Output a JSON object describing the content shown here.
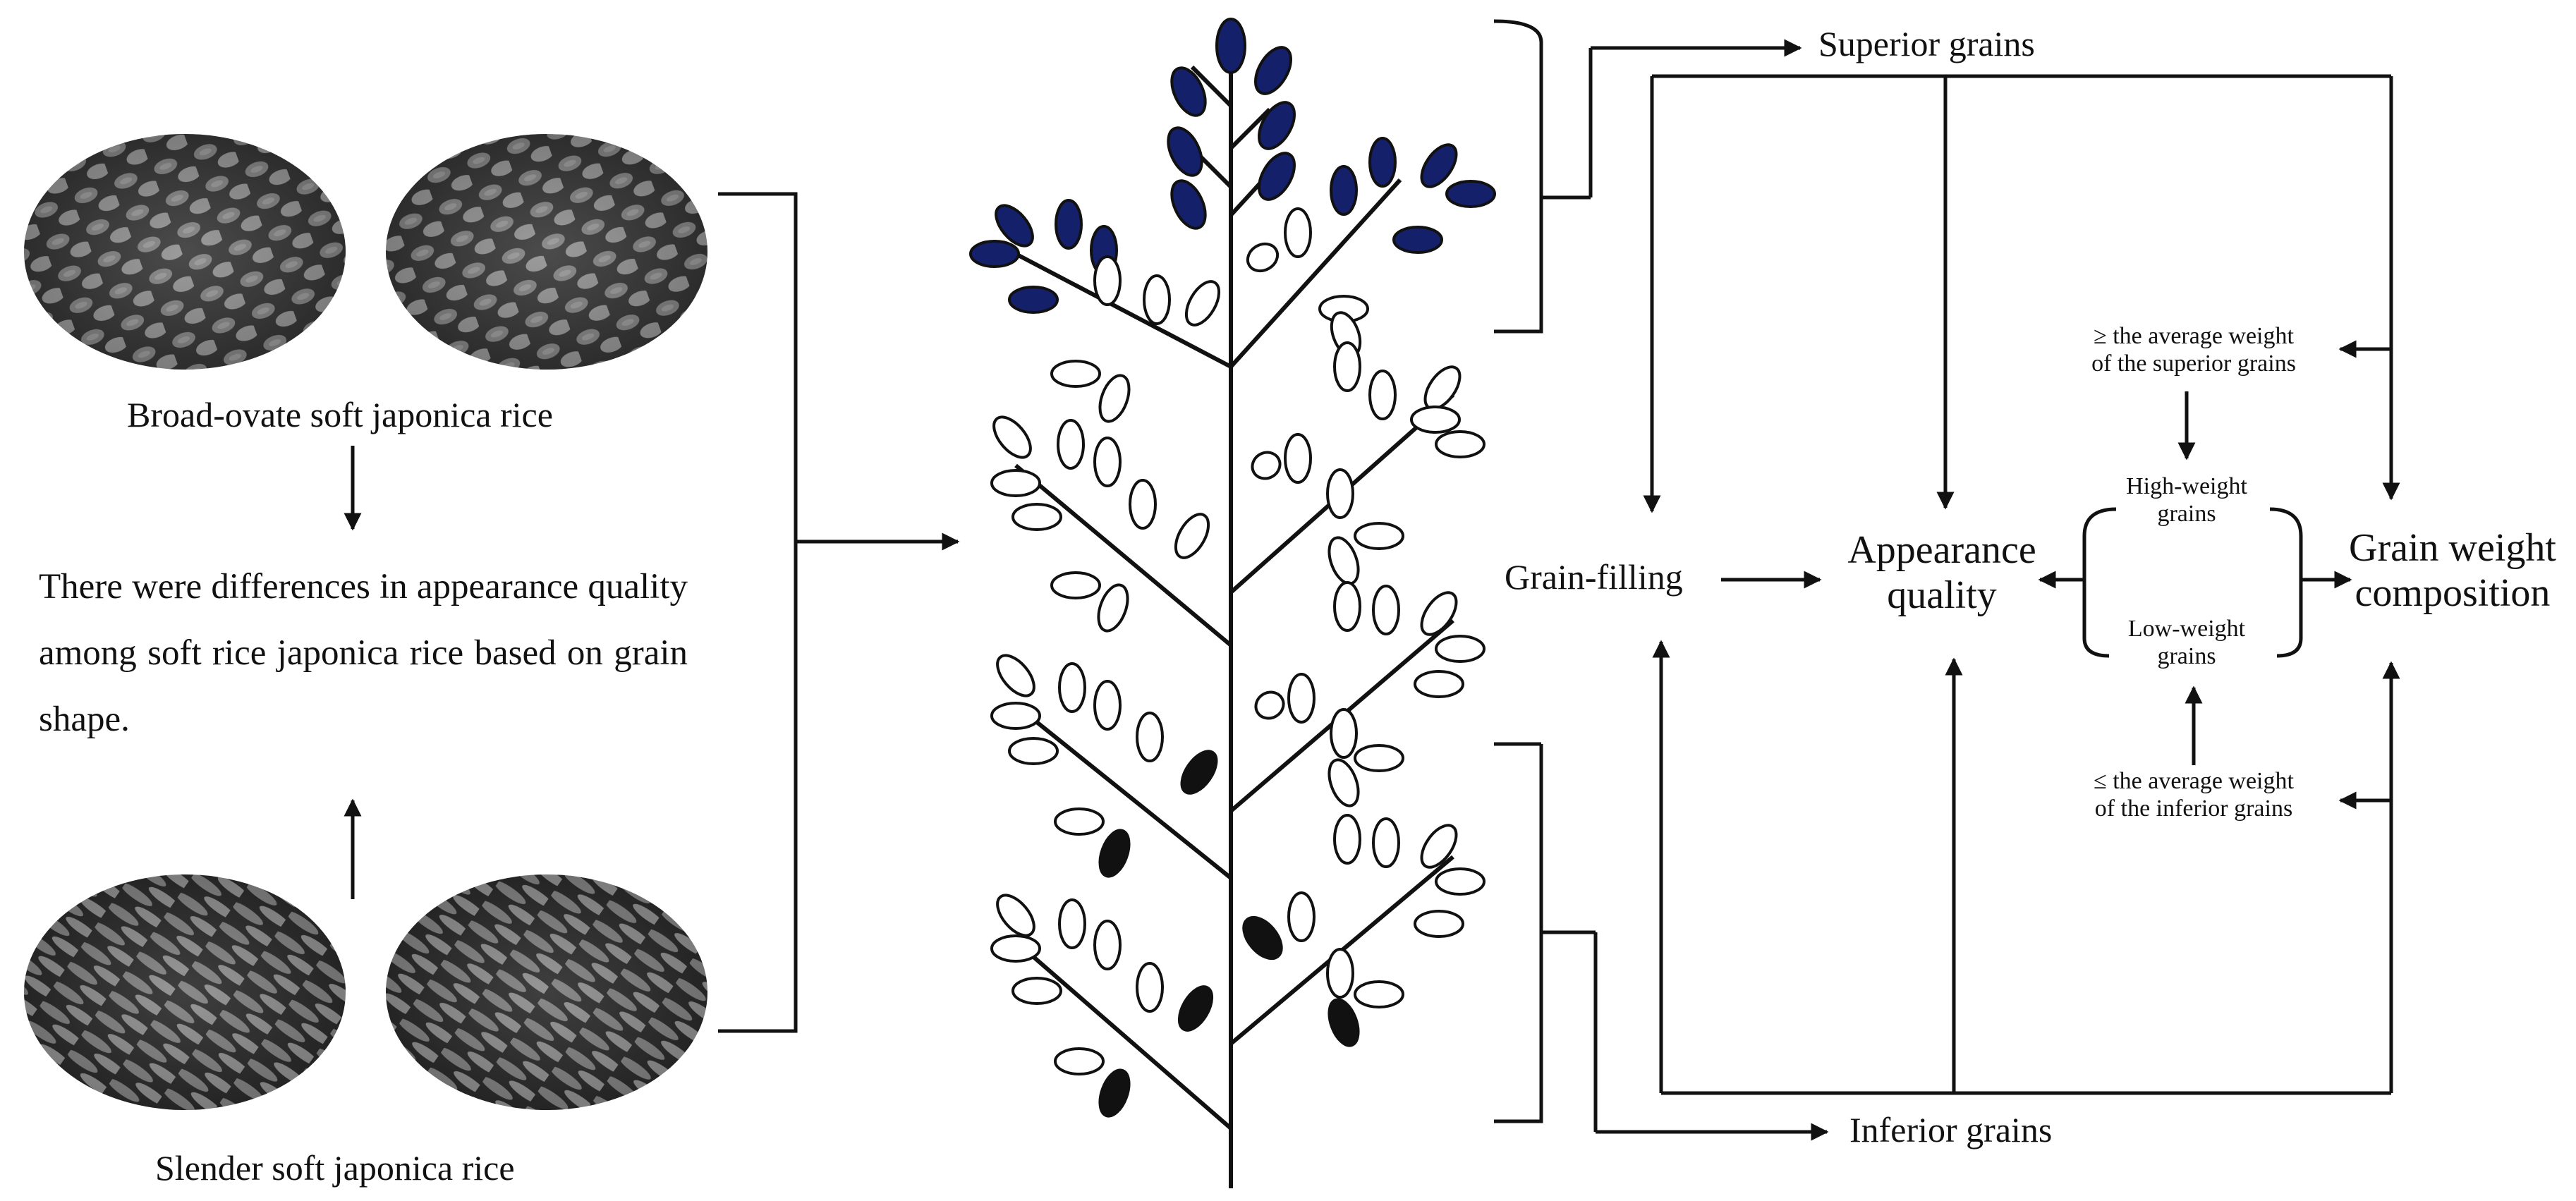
{
  "left_panel": {
    "broad_caption": "Broad-ovate soft japonica rice",
    "slender_caption": "Slender soft japonica rice",
    "statement": "There were differences in appearance quality among soft rice japonica rice based on grain shape."
  },
  "right_panel": {
    "superior": "Superior grains",
    "inferior": "Inferior grains",
    "grain_filling": "Grain-filling",
    "appearance_line1": "Appearance",
    "appearance_line2": "quality",
    "composition_line1": "Grain weight",
    "composition_line2": "composition",
    "high_line1": "High-weight",
    "high_line2": "grains",
    "low_line1": "Low-weight",
    "low_line2": "grains",
    "ge_line1": "≥ the average weight",
    "ge_line2": "of the superior grains",
    "le_line1": "≤ the average weight",
    "le_line2": "of the inferior grains"
  },
  "colors": {
    "superior_grain": "#15206a",
    "inferior_grain": "#111111",
    "ink": "#111111"
  }
}
